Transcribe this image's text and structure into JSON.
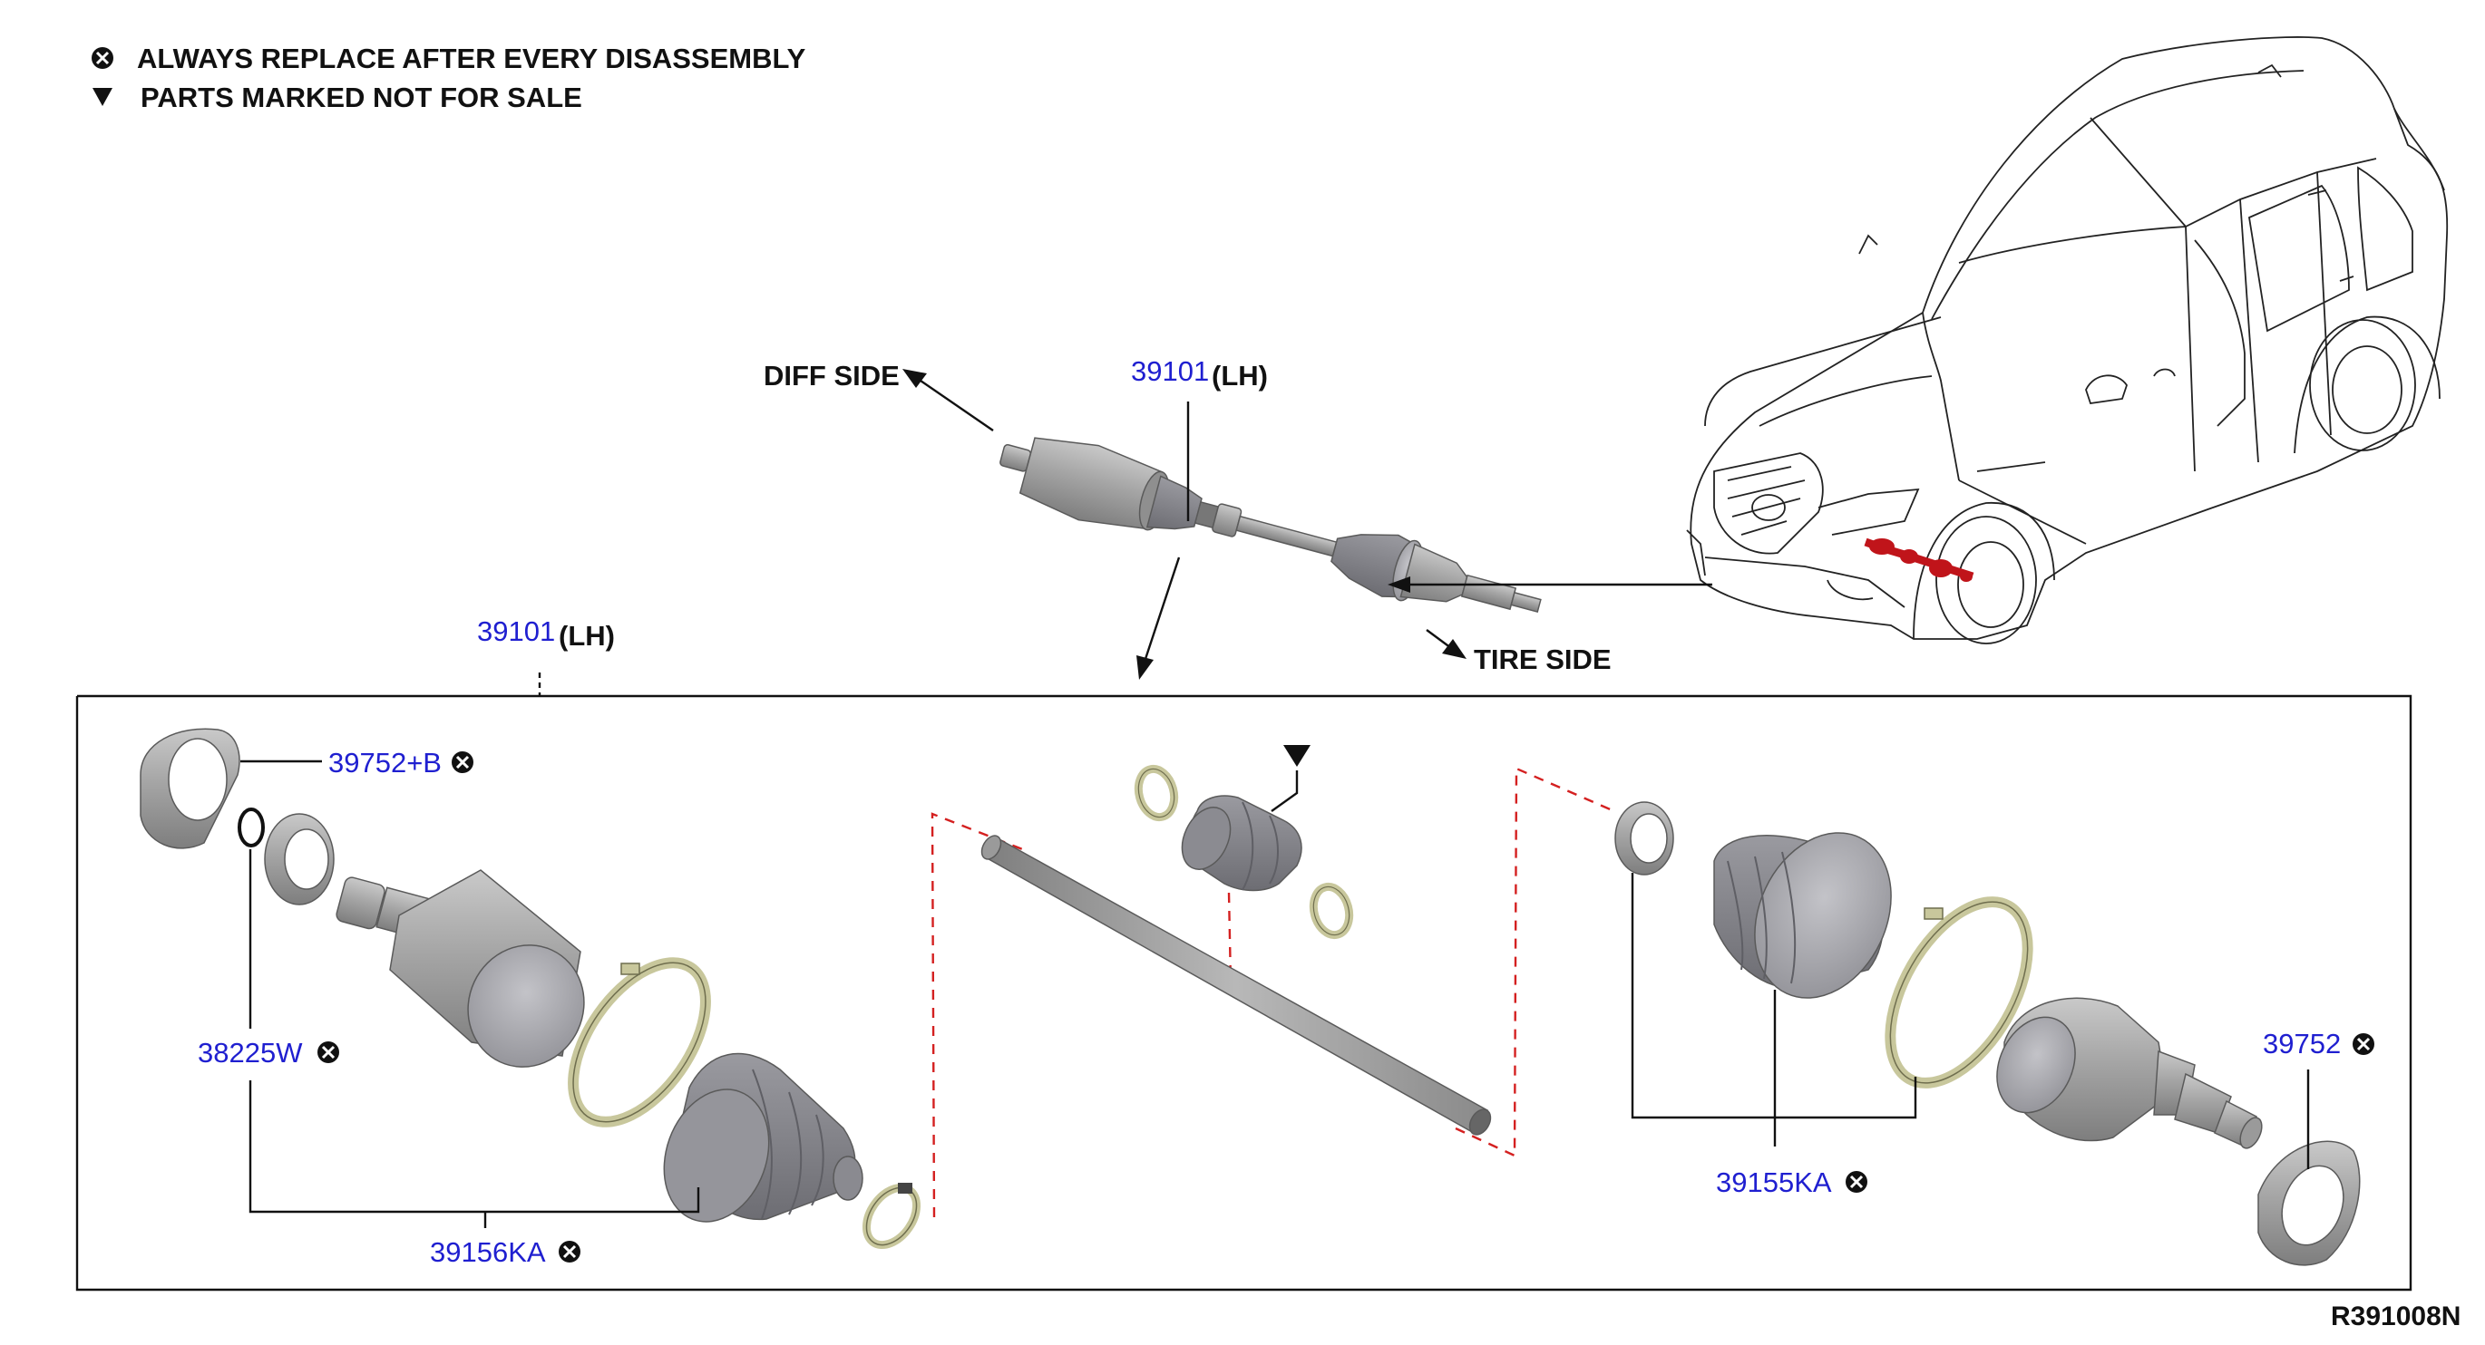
{
  "legend": {
    "always_replace": "ALWAYS REPLACE AFTER EVERY DISASSEMBLY",
    "not_for_sale": "PARTS MARKED NOT FOR SALE"
  },
  "overview": {
    "diff_side": "DIFF SIDE",
    "tire_side": "TIRE SIDE",
    "part_number": "39101",
    "side": "(LH)"
  },
  "exploded": {
    "part_number": "39101",
    "side": "(LH)"
  },
  "callouts": [
    {
      "id": "39752+B",
      "replace": true
    },
    {
      "id": "38225W",
      "replace": true
    },
    {
      "id": "39156KA",
      "replace": true
    },
    {
      "id": "39155KA",
      "replace": true
    },
    {
      "id": "39752",
      "replace": true
    }
  ],
  "diagram_code": "R391008N",
  "colors": {
    "part_number_text": "#1f1fd0",
    "dashed_guides": "#d42020",
    "highlight_red": "#c0141a",
    "part_gray": "#9a9a9a",
    "clamp_khaki": "#c8c79c"
  }
}
